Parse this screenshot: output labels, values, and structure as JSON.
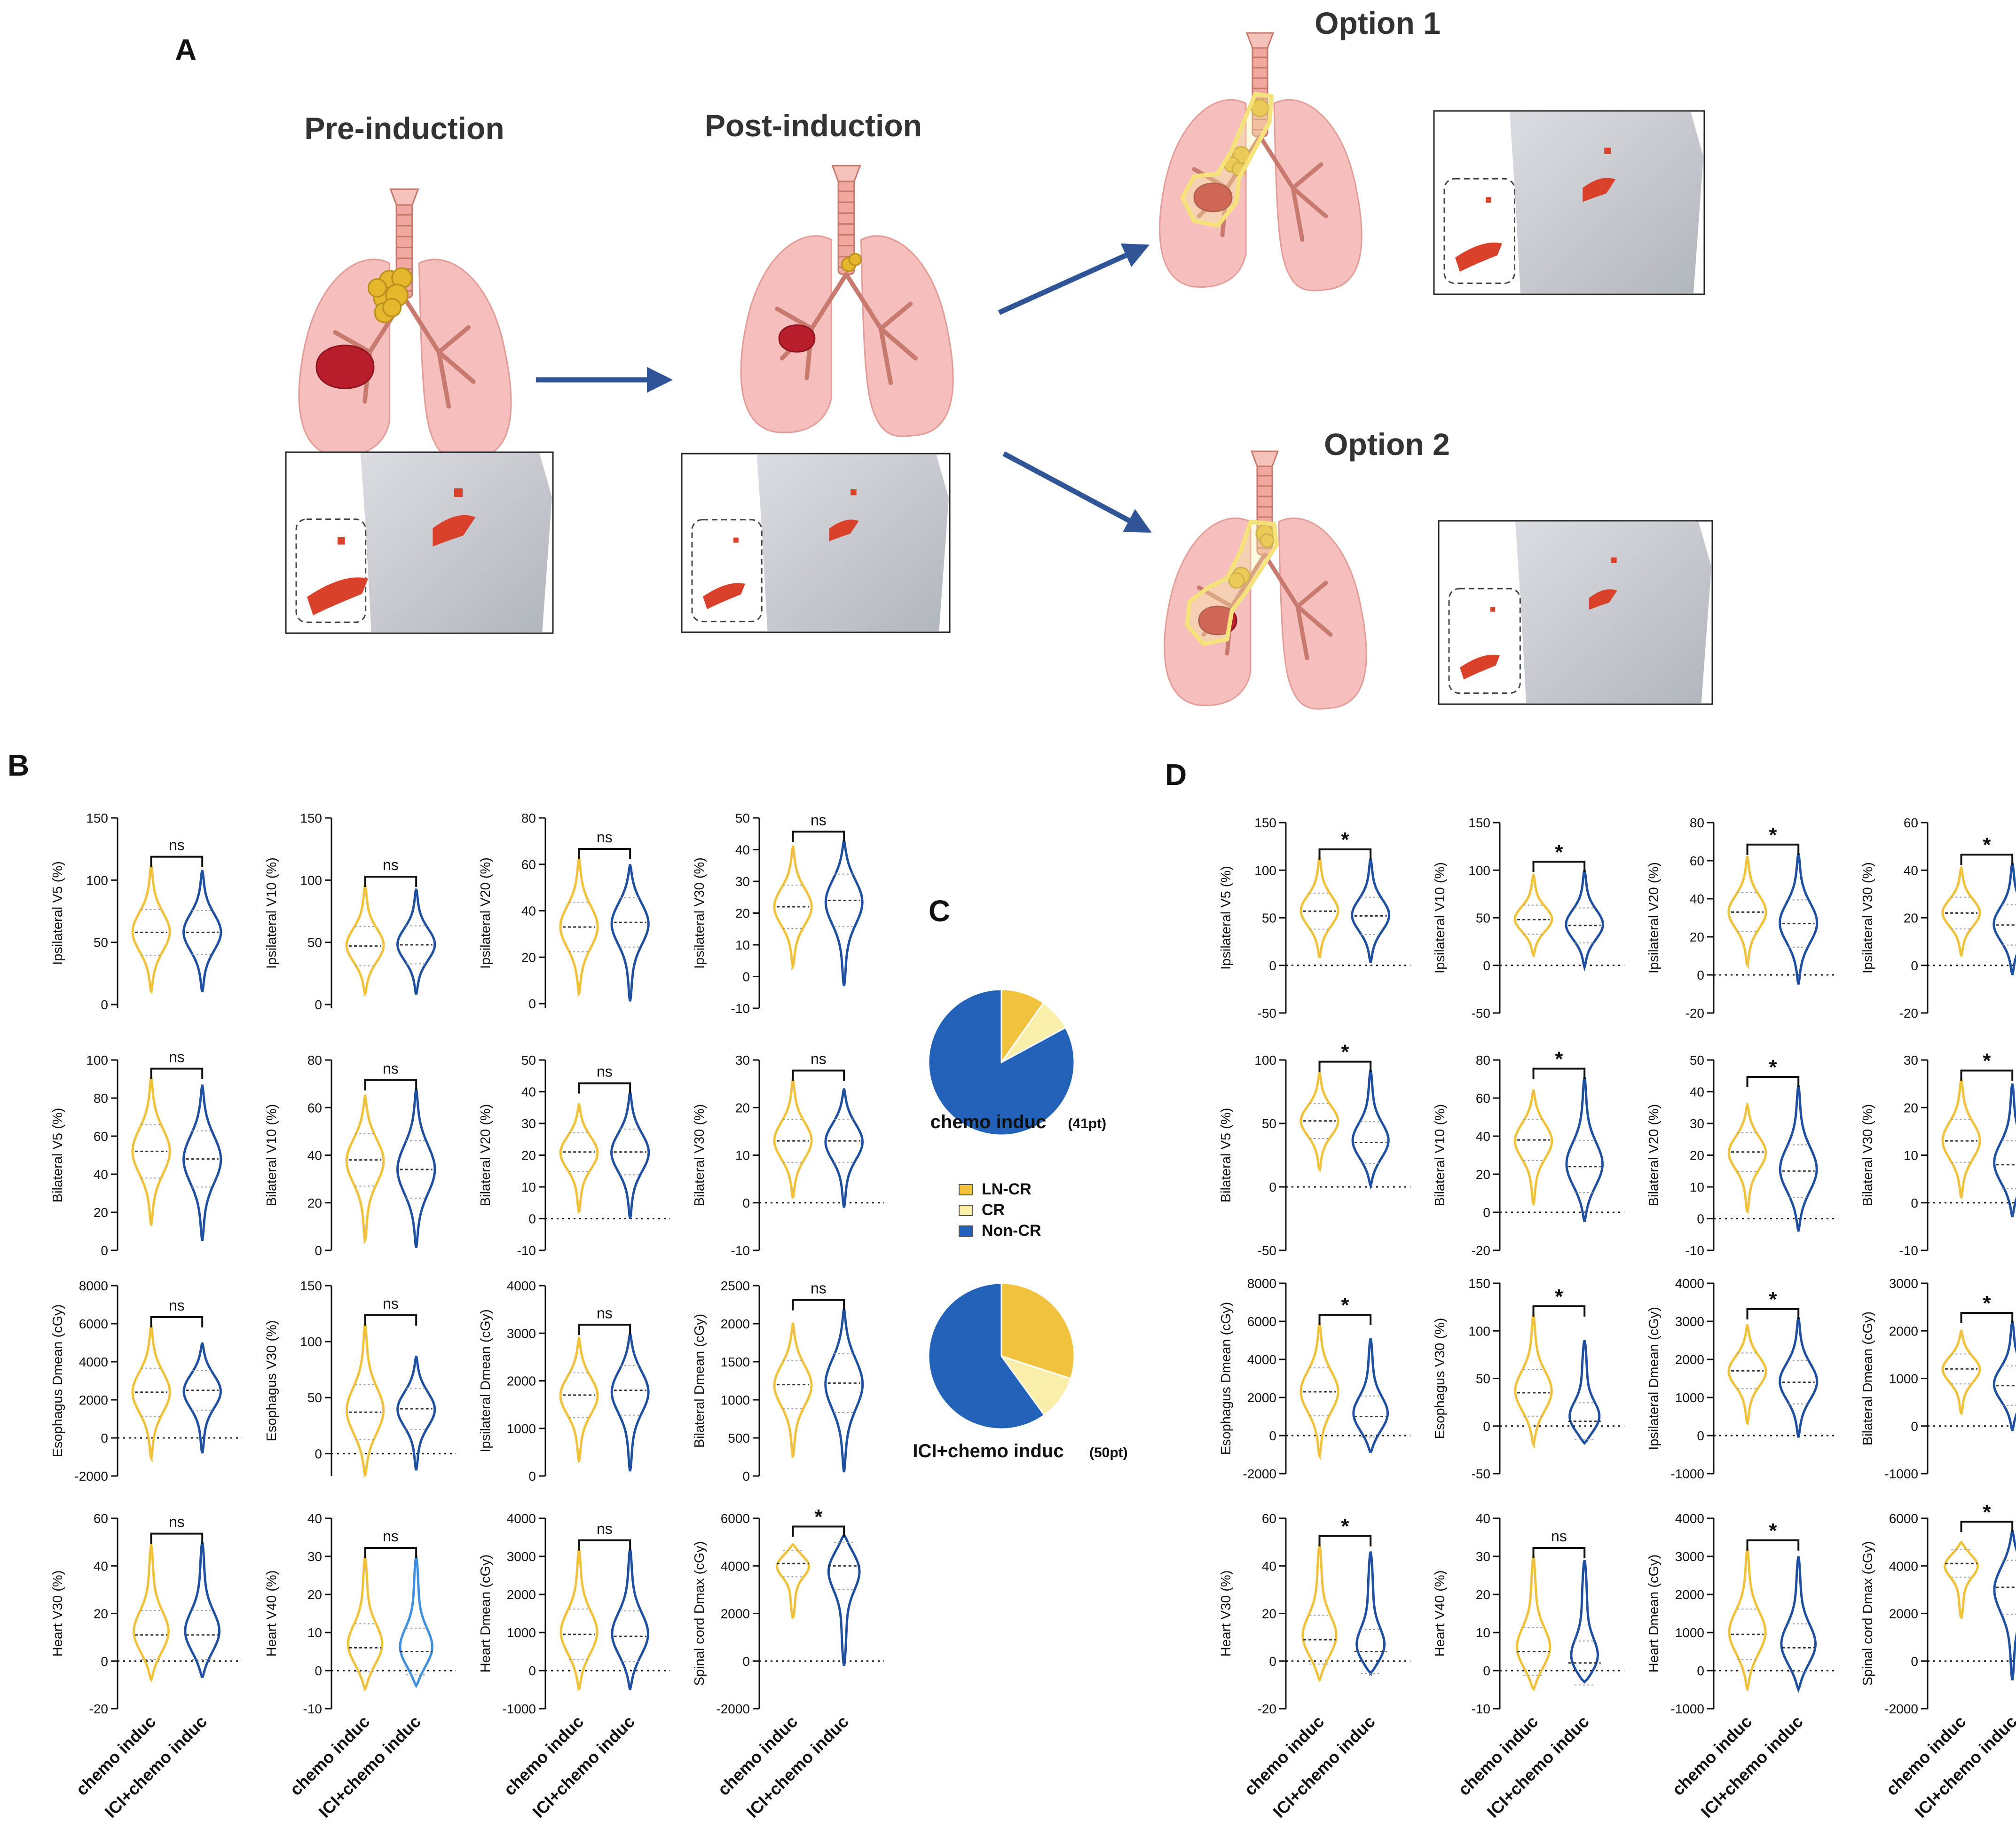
{
  "panel_letters": {
    "a": "A",
    "b": "B",
    "c": "C",
    "d": "D"
  },
  "stage_titles": {
    "pre": "Pre-induction",
    "post": "Post-induction",
    "opt1": "Option 1",
    "opt2": "Option 2"
  },
  "colors": {
    "chemo": "#F0C23B",
    "ici": "#1E4FA0",
    "ici_light": "#3F8FE0",
    "non_cr": "#2262B8",
    "ln_cr": "#F2C23F",
    "cr": "#FAEFAA",
    "lung": "#F4BFBC",
    "tumor": "#B81E2B",
    "node": "#E5B62C",
    "bronchi": "#C97A6E",
    "ct_bg": "#C5C8CE",
    "ct_target": "#D9412A"
  },
  "x_categories": [
    "chemo induc",
    "ICI+chemo induc"
  ],
  "panels": {
    "B": [
      {
        "ylabel": "Ipsilateral V5 (%)",
        "ticks": [
          0,
          50,
          100,
          150
        ],
        "ylim": [
          -3,
          150
        ],
        "zero_line": false,
        "sig": "ns",
        "series": [
          {
            "median": 58,
            "min": 10,
            "max": 112
          },
          {
            "median": 58,
            "min": 10,
            "max": 108
          }
        ]
      },
      {
        "ylabel": "Ipsilateral V10 (%)",
        "ticks": [
          0,
          50,
          100,
          150
        ],
        "ylim": [
          -3,
          150
        ],
        "zero_line": false,
        "sig": "ns",
        "series": [
          {
            "median": 47,
            "min": 8,
            "max": 96
          },
          {
            "median": 48,
            "min": 8,
            "max": 93
          }
        ]
      },
      {
        "ylabel": "Ipsilateral V20 (%)",
        "ticks": [
          0,
          20,
          40,
          60,
          80
        ],
        "ylim": [
          -2,
          80
        ],
        "zero_line": false,
        "sig": "ns",
        "series": [
          {
            "median": 33,
            "min": 4,
            "max": 63
          },
          {
            "median": 35,
            "min": 1,
            "max": 60
          }
        ]
      },
      {
        "ylabel": "Ipsilateral V30 (%)",
        "ticks": [
          -10,
          0,
          10,
          20,
          30,
          40,
          50
        ],
        "ylim": [
          -10,
          50
        ],
        "zero_line": false,
        "sig": "ns",
        "series": [
          {
            "median": 22,
            "min": 3,
            "max": 41
          },
          {
            "median": 24,
            "min": -3,
            "max": 43
          }
        ]
      },
      {
        "ylabel": "Bilateral V5 (%)",
        "ticks": [
          0,
          20,
          40,
          60,
          80,
          100
        ],
        "ylim": [
          0,
          100
        ],
        "zero_line": false,
        "sig": "ns",
        "series": [
          {
            "median": 52,
            "min": 13,
            "max": 91
          },
          {
            "median": 48,
            "min": 5,
            "max": 87
          }
        ]
      },
      {
        "ylabel": "Bilateral V10 (%)",
        "ticks": [
          0,
          20,
          40,
          60,
          80
        ],
        "ylim": [
          0,
          80
        ],
        "zero_line": false,
        "sig": "ns",
        "series": [
          {
            "median": 38,
            "min": 4,
            "max": 65
          },
          {
            "median": 34,
            "min": 1,
            "max": 68
          }
        ]
      },
      {
        "ylabel": "Bilateral V20 (%)",
        "ticks": [
          -10,
          0,
          10,
          20,
          30,
          40,
          50
        ],
        "ylim": [
          -10,
          50
        ],
        "zero_line": true,
        "sig": "ns",
        "series": [
          {
            "median": 21,
            "min": 2,
            "max": 36
          },
          {
            "median": 21,
            "min": 0,
            "max": 40
          }
        ]
      },
      {
        "ylabel": "Bilateral V30 (%)",
        "ticks": [
          -10,
          0,
          10,
          20,
          30
        ],
        "ylim": [
          -10,
          30
        ],
        "zero_line": true,
        "sig": "ns",
        "series": [
          {
            "median": 13,
            "min": 1,
            "max": 26
          },
          {
            "median": 13,
            "min": -1,
            "max": 24
          }
        ]
      },
      {
        "ylabel": "Esophagus Dmean (cGy)",
        "ticks": [
          -2000,
          0,
          2000,
          4000,
          6000,
          8000
        ],
        "ylim": [
          -2000,
          8000
        ],
        "zero_line": true,
        "sig": "ns",
        "series": [
          {
            "median": 2400,
            "min": -1100,
            "max": 5900
          },
          {
            "median": 2500,
            "min": -800,
            "max": 5000
          }
        ]
      },
      {
        "ylabel": "Esophagus V30 (%)",
        "ticks": [
          0,
          50,
          100,
          150
        ],
        "ylim": [
          -20,
          150
        ],
        "zero_line": true,
        "sig": "ns",
        "series": [
          {
            "median": 37,
            "min": -20,
            "max": 116
          },
          {
            "median": 40,
            "min": -15,
            "max": 87
          }
        ]
      },
      {
        "ylabel": "Ipsilateral Dmean (cGy)",
        "ticks": [
          0,
          1000,
          2000,
          3000,
          4000
        ],
        "ylim": [
          0,
          4000
        ],
        "zero_line": false,
        "sig": "ns",
        "series": [
          {
            "median": 1700,
            "min": 300,
            "max": 2900
          },
          {
            "median": 1800,
            "min": 100,
            "max": 3000
          }
        ]
      },
      {
        "ylabel": "Bilateral Dmean (cGy)",
        "ticks": [
          0,
          500,
          1000,
          1500,
          2000,
          2500
        ],
        "ylim": [
          0,
          2500
        ],
        "zero_line": false,
        "sig": "ns",
        "series": [
          {
            "median": 1200,
            "min": 250,
            "max": 2000
          },
          {
            "median": 1220,
            "min": 50,
            "max": 2200
          }
        ]
      },
      {
        "ylabel": "Heart V30 (%)",
        "ticks": [
          -20,
          0,
          20,
          40,
          60
        ],
        "ylim": [
          -20,
          60
        ],
        "zero_line": true,
        "sig": "ns",
        "series": [
          {
            "median": 11,
            "min": -8,
            "max": 49
          },
          {
            "median": 11,
            "min": -7,
            "max": 50
          }
        ]
      },
      {
        "ylabel": "Heart V40 (%)",
        "ticks": [
          -10,
          0,
          10,
          20,
          30,
          40
        ],
        "ylim": [
          -10,
          40
        ],
        "zero_line": true,
        "sig": "ns",
        "light_second": true,
        "series": [
          {
            "median": 6,
            "min": -5,
            "max": 30
          },
          {
            "median": 5,
            "min": -4,
            "max": 30
          }
        ]
      },
      {
        "ylabel": "Heart Dmean (cGy)",
        "ticks": [
          -1000,
          0,
          1000,
          2000,
          3000,
          4000
        ],
        "ylim": [
          -1000,
          4000
        ],
        "zero_line": true,
        "sig": "ns",
        "series": [
          {
            "median": 950,
            "min": -500,
            "max": 3200
          },
          {
            "median": 900,
            "min": -500,
            "max": 3200
          }
        ]
      },
      {
        "ylabel": "Spinal cord Dmax (cGy)",
        "ticks": [
          -2000,
          0,
          2000,
          4000,
          6000
        ],
        "ylim": [
          -2000,
          6000
        ],
        "zero_line": true,
        "sig": "*",
        "series": [
          {
            "median": 4100,
            "min": 1800,
            "max": 4900
          },
          {
            "median": 4000,
            "min": -200,
            "max": 5300
          }
        ]
      }
    ],
    "D": [
      {
        "ylabel": "Ipsilateral V5 (%)",
        "ticks": [
          -50,
          0,
          50,
          100,
          150
        ],
        "ylim": [
          -50,
          150
        ],
        "zero_line": true,
        "sig": "*",
        "series": [
          {
            "median": 57,
            "min": 8,
            "max": 113
          },
          {
            "median": 52,
            "min": 3,
            "max": 112
          }
        ]
      },
      {
        "ylabel": "Ipsilateral V10 (%)",
        "ticks": [
          -50,
          0,
          50,
          100,
          150
        ],
        "ylim": [
          -50,
          150
        ],
        "zero_line": true,
        "sig": "*",
        "series": [
          {
            "median": 48,
            "min": 10,
            "max": 95
          },
          {
            "median": 42,
            "min": -2,
            "max": 100
          }
        ]
      },
      {
        "ylabel": "Ipsilateral V20 (%)",
        "ticks": [
          -20,
          0,
          20,
          40,
          60,
          80
        ],
        "ylim": [
          -20,
          80
        ],
        "zero_line": true,
        "sig": "*",
        "series": [
          {
            "median": 33,
            "min": 5,
            "max": 62
          },
          {
            "median": 27,
            "min": -5,
            "max": 64
          }
        ]
      },
      {
        "ylabel": "Ipsilateral V30 (%)",
        "ticks": [
          -20,
          0,
          20,
          40,
          60
        ],
        "ylim": [
          -20,
          60
        ],
        "zero_line": true,
        "sig": "*",
        "series": [
          {
            "median": 22,
            "min": 4,
            "max": 41
          },
          {
            "median": 17,
            "min": -4,
            "max": 43
          }
        ]
      },
      {
        "ylabel": "Bilateral V5 (%)",
        "ticks": [
          -50,
          0,
          50,
          100
        ],
        "ylim": [
          -50,
          100
        ],
        "zero_line": true,
        "sig": "*",
        "series": [
          {
            "median": 52,
            "min": 13,
            "max": 90
          },
          {
            "median": 35,
            "min": 1,
            "max": 92
          }
        ]
      },
      {
        "ylabel": "Bilateral V10 (%)",
        "ticks": [
          -20,
          0,
          20,
          40,
          60,
          80
        ],
        "ylim": [
          -20,
          80
        ],
        "zero_line": true,
        "sig": "*",
        "series": [
          {
            "median": 38,
            "min": 4,
            "max": 64
          },
          {
            "median": 24,
            "min": -5,
            "max": 71
          }
        ]
      },
      {
        "ylabel": "Bilateral V20 (%)",
        "ticks": [
          -10,
          0,
          10,
          20,
          30,
          40,
          50
        ],
        "ylim": [
          -10,
          50
        ],
        "zero_line": true,
        "sig": "*",
        "series": [
          {
            "median": 21,
            "min": 2,
            "max": 36
          },
          {
            "median": 15,
            "min": -4,
            "max": 42
          }
        ]
      },
      {
        "ylabel": "Bilateral V30 (%)",
        "ticks": [
          -10,
          0,
          10,
          20,
          30
        ],
        "ylim": [
          -10,
          30
        ],
        "zero_line": true,
        "sig": "*",
        "series": [
          {
            "median": 13,
            "min": 1,
            "max": 26
          },
          {
            "median": 8,
            "min": -3,
            "max": 25
          }
        ]
      },
      {
        "ylabel": "Esophagus Dmean (cGy)",
        "ticks": [
          -2000,
          0,
          2000,
          4000,
          6000,
          8000
        ],
        "ylim": [
          -2000,
          8000
        ],
        "zero_line": true,
        "sig": "*",
        "series": [
          {
            "median": 2300,
            "min": -1100,
            "max": 5900
          },
          {
            "median": 1000,
            "min": -900,
            "max": 5100
          }
        ]
      },
      {
        "ylabel": "Esophagus V30 (%)",
        "ticks": [
          -50,
          0,
          50,
          100,
          150
        ],
        "ylim": [
          -50,
          150
        ],
        "zero_line": true,
        "sig": "*",
        "series": [
          {
            "median": 35,
            "min": -20,
            "max": 117
          },
          {
            "median": 5,
            "min": -18,
            "max": 90
          }
        ]
      },
      {
        "ylabel": "Ipsilateral Dmean (cGy)",
        "ticks": [
          -1000,
          0,
          1000,
          2000,
          3000,
          4000
        ],
        "ylim": [
          -1000,
          4000
        ],
        "zero_line": true,
        "sig": "*",
        "series": [
          {
            "median": 1700,
            "min": 300,
            "max": 2900
          },
          {
            "median": 1400,
            "min": -50,
            "max": 3100
          }
        ]
      },
      {
        "ylabel": "Bilateral Dmean (cGy)",
        "ticks": [
          -1000,
          0,
          1000,
          2000,
          3000
        ],
        "ylim": [
          -1000,
          3000
        ],
        "zero_line": true,
        "sig": "*",
        "series": [
          {
            "median": 1200,
            "min": 250,
            "max": 2000
          },
          {
            "median": 850,
            "min": -100,
            "max": 2200
          }
        ]
      },
      {
        "ylabel": "Heart V30 (%)",
        "ticks": [
          -20,
          0,
          20,
          40,
          60
        ],
        "ylim": [
          -20,
          60
        ],
        "zero_line": true,
        "sig": "*",
        "series": [
          {
            "median": 9,
            "min": -8,
            "max": 49
          },
          {
            "median": 4,
            "min": -5,
            "max": 46
          }
        ]
      },
      {
        "ylabel": "Heart V40 (%)",
        "ticks": [
          -10,
          0,
          10,
          20,
          30,
          40
        ],
        "ylim": [
          -10,
          40
        ],
        "zero_line": true,
        "sig": "ns",
        "series": [
          {
            "median": 5,
            "min": -5,
            "max": 30
          },
          {
            "median": 2,
            "min": -3,
            "max": 29
          }
        ]
      },
      {
        "ylabel": "Heart Dmean (cGy)",
        "ticks": [
          -1000,
          0,
          1000,
          2000,
          3000,
          4000
        ],
        "ylim": [
          -1000,
          4000
        ],
        "zero_line": true,
        "sig": "*",
        "series": [
          {
            "median": 950,
            "min": -500,
            "max": 3200
          },
          {
            "median": 600,
            "min": -500,
            "max": 3000
          }
        ]
      },
      {
        "ylabel": "Spinal cord Dmax (cGy)",
        "ticks": [
          -2000,
          0,
          2000,
          4000,
          6000
        ],
        "ylim": [
          -2000,
          6000
        ],
        "zero_line": true,
        "sig": "*",
        "series": [
          {
            "median": 4100,
            "min": 1800,
            "max": 5000
          },
          {
            "median": 3100,
            "min": -800,
            "max": 5500
          }
        ]
      }
    ]
  },
  "pies": {
    "legend": [
      "LN-CR",
      "CR",
      "Non-CR"
    ],
    "charts": [
      {
        "title": "chemo induc",
        "n": "(41pt)",
        "slices": [
          {
            "label": "LN-CR",
            "value": 9.8
          },
          {
            "label": "CR",
            "value": 7.3
          },
          {
            "label": "Non-CR",
            "value": 82.9
          }
        ]
      },
      {
        "title": "ICI+chemo induc",
        "n": "(50pt)",
        "slices": [
          {
            "label": "LN-CR",
            "value": 30
          },
          {
            "label": "CR",
            "value": 10
          },
          {
            "label": "Non-CR",
            "value": 60
          }
        ]
      }
    ]
  },
  "chart_data": [
    {
      "type": "violin",
      "panel": "B",
      "categories": [
        "chemo induc",
        "ICI+chemo induc"
      ],
      "note": "see panels.B"
    },
    {
      "type": "pie",
      "panel": "C",
      "categories": [
        "LN-CR",
        "CR",
        "Non-CR"
      ],
      "series": [
        {
          "name": "chemo induc",
          "values": [
            9.8,
            7.3,
            82.9
          ]
        },
        {
          "name": "ICI+chemo induc",
          "values": [
            30,
            10,
            60
          ]
        }
      ]
    },
    {
      "type": "violin",
      "panel": "D",
      "categories": [
        "chemo induc",
        "ICI+chemo induc"
      ],
      "note": "see panels.D"
    }
  ]
}
